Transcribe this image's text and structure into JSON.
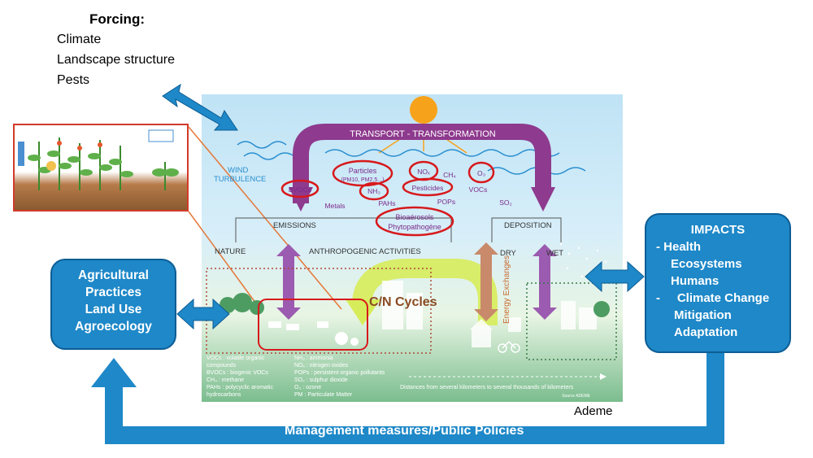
{
  "forcing": {
    "title": "Forcing:",
    "items": [
      "Climate",
      "Landscape structure",
      "Pests"
    ]
  },
  "central": {
    "transport": "TRANSPORT - TRANSFORMATION",
    "wind": "WIND",
    "turbulence": "TURBULENCE",
    "emissions": "EMISSIONS",
    "deposition": "DEPOSITION",
    "nature": "NATURE",
    "anthropogenic": "ANTHROPOGENIC ACTIVITIES",
    "dry": "DRY",
    "wet": "WET",
    "cn_cycles": "C/N Cycles",
    "energy_exchanges": "Energy Exchanges",
    "pollutants": {
      "particles": "Particles",
      "pm": "(PM10, PM2.5...)",
      "nox": "NOₓ",
      "ch4": "CH₄",
      "o3": "O₃",
      "bvocs": "BVOCs",
      "nh3": "NH₃",
      "pesticides": "Pesticides",
      "vocs": "VOCs",
      "metals": "Metals",
      "pahs": "PAHs",
      "pops": "POPs",
      "so2": "SO₂",
      "bioaerosols": "Bioaérosols",
      "phytopathogene": "Phytopathogène"
    },
    "legend_left": [
      "VOCs : volatile organic",
      "compounds",
      "BVOCs : biogenic VOCs",
      "CH₄ : methane",
      "PAHs : polycyclic aromatic",
      "hydrocarbons"
    ],
    "legend_right": [
      "NH₃ : ammonia",
      "NOₓ : nitrogen oxides",
      "POPs : persistent organic pollutants",
      "SO₂ : sulphur dioxide",
      "O₃ : ozone",
      "PM : Particulate Matter"
    ],
    "distances": "Distances from several kilometers to several thousands of kilometers",
    "source": "Source ADEME"
  },
  "agri_box": {
    "lines": [
      "Agricultural",
      "Practices",
      "Land Use",
      "Agroecology"
    ]
  },
  "impacts_box": {
    "title": "IMPACTS",
    "lines": [
      "- Health",
      "Ecosystems",
      "Humans",
      "-     Climate Change",
      "Mitigation",
      "Adaptation"
    ]
  },
  "management": "Management measures/Public Policies",
  "ademe": "Ademe",
  "colors": {
    "box_blue": "#1e88c8",
    "purple": "#8e3a8e",
    "red_outline": "#d7191c",
    "arrow_blue": "#1e88c8",
    "sun": "#f7a21b"
  }
}
